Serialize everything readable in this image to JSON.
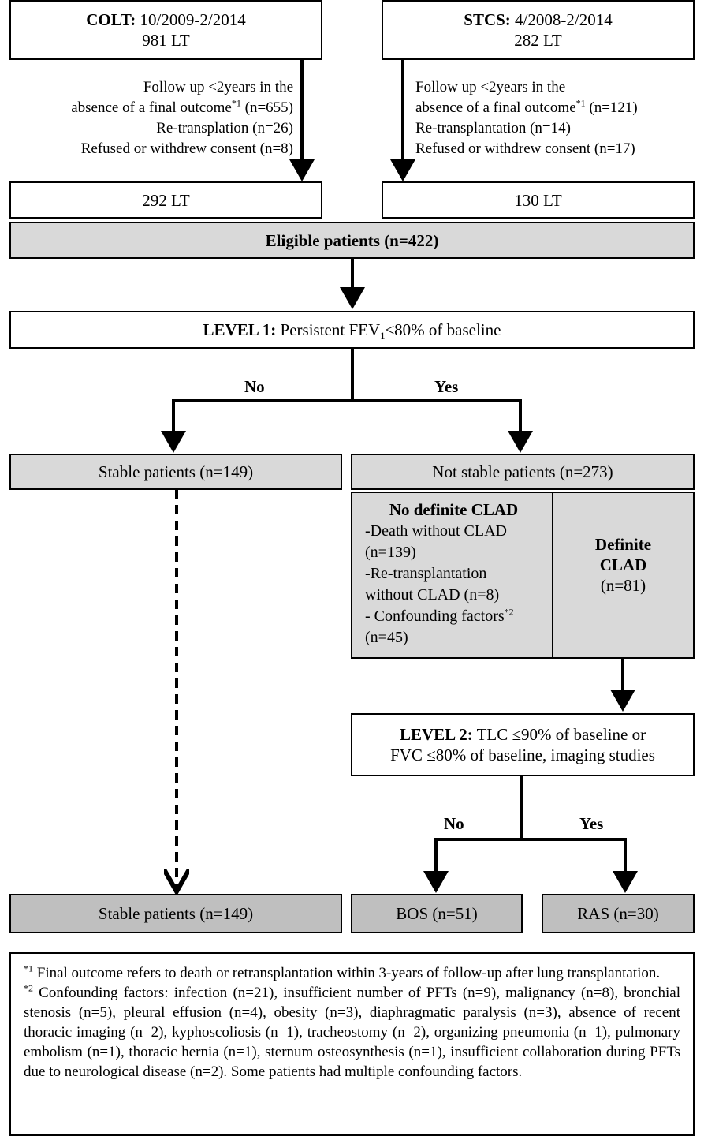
{
  "colt": {
    "label": "COLT:",
    "period": " 10/2009-2/2014",
    "count": "981 LT"
  },
  "stcs": {
    "label": "STCS:",
    "period": " 4/2008-2/2014",
    "count": "282 LT"
  },
  "colt_exclusions": {
    "line1": "Follow up <2years in the",
    "line2a": "absence of a final outcome",
    "line2sup": "*1",
    "line2b": " (n=655)",
    "line3": "Re-transplation (n=26)",
    "line4": "Refused or withdrew consent (n=8)"
  },
  "stcs_exclusions": {
    "line1": "Follow up <2years in the",
    "line2a": "absence of a final outcome",
    "line2sup": "*1",
    "line2b": "  (n=121)",
    "line3": "Re-transplantation  (n=14)",
    "line4": "Refused or withdrew consent (n=17)"
  },
  "colt_remaining": "292 LT",
  "stcs_remaining": "130 LT",
  "eligible": "Eligible patients (n=422)",
  "level1": {
    "label": "LEVEL 1:",
    "text_a": " Persistent FEV",
    "sub": "1",
    "text_b": "≤80% of baseline"
  },
  "branch1": {
    "no": "No",
    "yes": "Yes"
  },
  "stable1": "Stable patients (n=149)",
  "not_stable": "Not stable patients (n=273)",
  "no_definite": {
    "title": "No definite CLAD",
    "l1": "-Death without CLAD",
    "l2": "(n=139)",
    "l3": "-Re-transplantation",
    "l4": "without CLAD (n=8)",
    "l5": "- Confounding factors",
    "l5sup": "*2",
    "l6": "(n=45)"
  },
  "definite": {
    "title1": "Definite",
    "title2": "CLAD",
    "count": "(n=81)"
  },
  "level2": {
    "label": "LEVEL 2:",
    "line1": " TLC ≤90% of baseline or",
    "line2": "FVC ≤80% of baseline, imaging studies"
  },
  "branch2": {
    "no": "No",
    "yes": "Yes"
  },
  "stable2": "Stable patients (n=149)",
  "bos": "BOS (n=51)",
  "ras": "RAS (n=30)",
  "footnote": {
    "f1sup": "*1",
    "f1": "  Final outcome refers to death or retransplantation within 3-years of follow-up after lung transplantation.",
    "f2sup": "*2",
    "f2": " Confounding factors: infection (n=21), insufficient number of PFTs (n=9), malignancy (n=8), bronchial stenosis (n=5), pleural effusion (n=4), obesity (n=3), diaphragmatic paralysis (n=3), absence of recent thoracic imaging (n=2), kyphoscoliosis (n=1), tracheostomy (n=2), organizing pneumonia (n=1), pulmonary embolism (n=1), thoracic hernia (n=1), sternum osteosynthesis (n=1), insufficient collaboration during PFTs due to neurological disease (n=2). Some patients had multiple confounding factors."
  }
}
